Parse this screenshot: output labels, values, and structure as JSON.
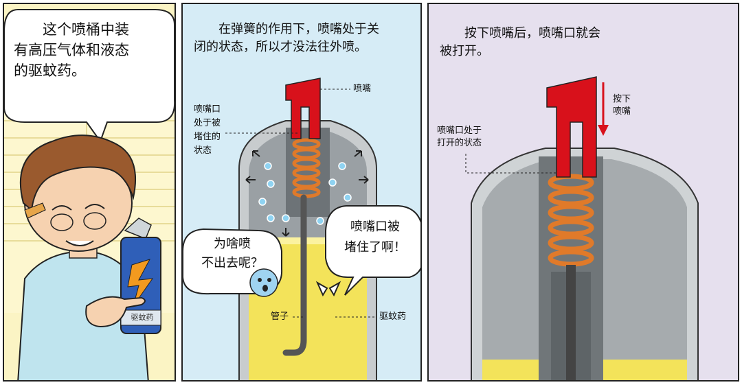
{
  "panel1": {
    "speech": "这个喷桶中装\n有高压气体和液态\n的驱蚊药。",
    "can_label": "驱蚊药"
  },
  "panel2": {
    "caption": "在弹簧的作用下，喷嘴处于关\n闭的状态，所以才没法往外喷。",
    "label_nozzle": "喷嘴",
    "label_blocked": "喷嘴口\n处于被\n堵住的\n状态",
    "label_tube": "管子",
    "label_liquid": "驱蚊药",
    "bubble_left": "为啥喷\n不出去呢？",
    "bubble_right": "喷嘴口被\n堵住了啊！"
  },
  "panel3": {
    "caption": "按下喷嘴后，喷嘴口就会\n被打开。",
    "label_press": "按下\n喷嘴",
    "label_open": "喷嘴口处于\n打开的状态"
  },
  "colors": {
    "nozzle_red": "#d8111b",
    "spring_orange": "#e07a2a",
    "liquid_yellow": "#f3e35a",
    "panel1_bg": "#fbf4c4",
    "panel2_bg": "#d6ecf6",
    "panel3_bg": "#e6e0ee"
  }
}
